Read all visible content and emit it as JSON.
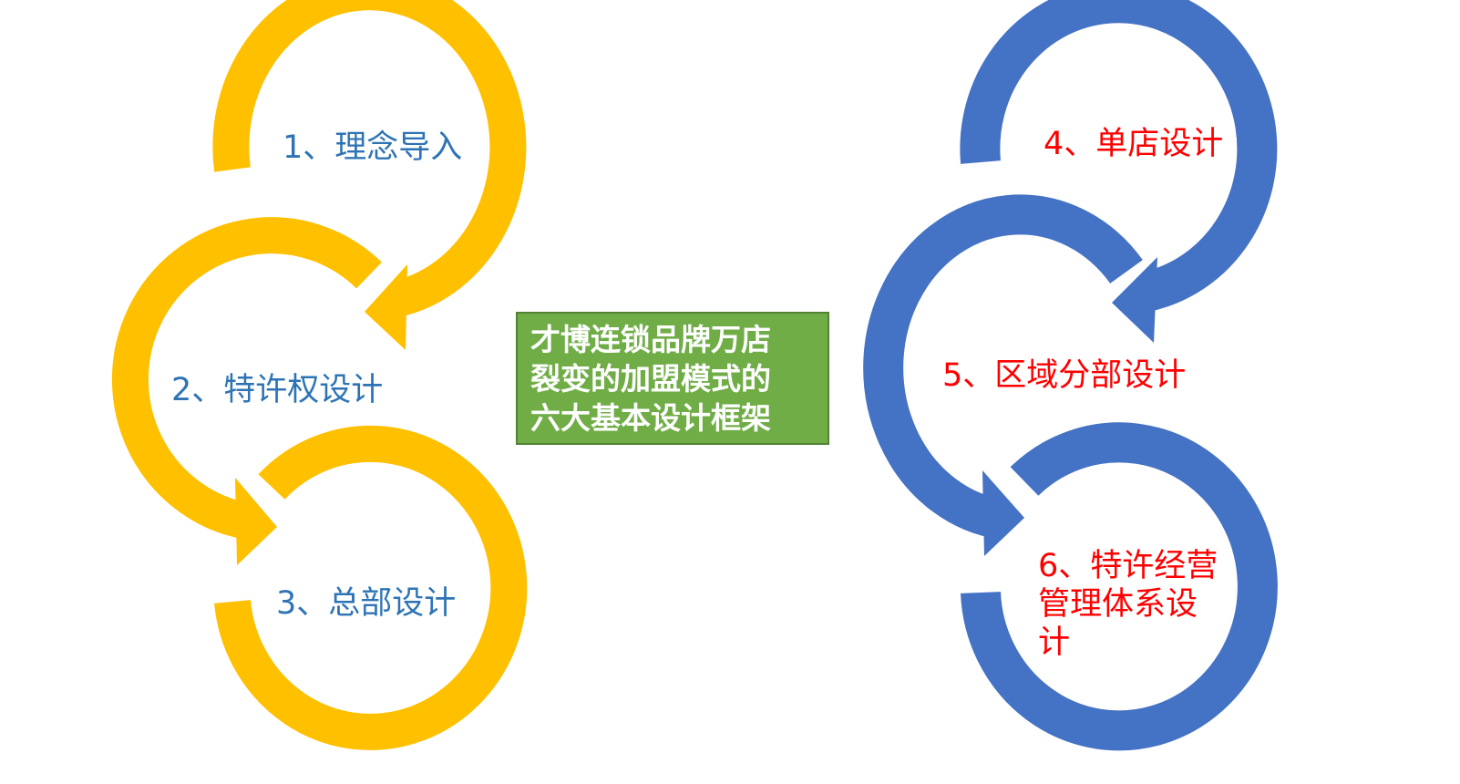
{
  "colors": {
    "left_arrows": "#FFC000",
    "right_arrows": "#4472C4",
    "left_text": "#2E74B5",
    "right_text": "#FF0000",
    "center_fill": "#70AD47",
    "center_text": "#FFFFFF"
  },
  "center": {
    "text": "才博连锁品牌万店\n裂变的加盟模式的\n六大基本设计框架"
  },
  "steps": [
    {
      "label": "1、理念导入"
    },
    {
      "label": "2、特许权设计"
    },
    {
      "label": "3、总部设计"
    },
    {
      "label": "4、单店设计"
    },
    {
      "label": "5、区域分部设计"
    },
    {
      "label": "6、特许经营\n管理体系设\n计"
    }
  ]
}
